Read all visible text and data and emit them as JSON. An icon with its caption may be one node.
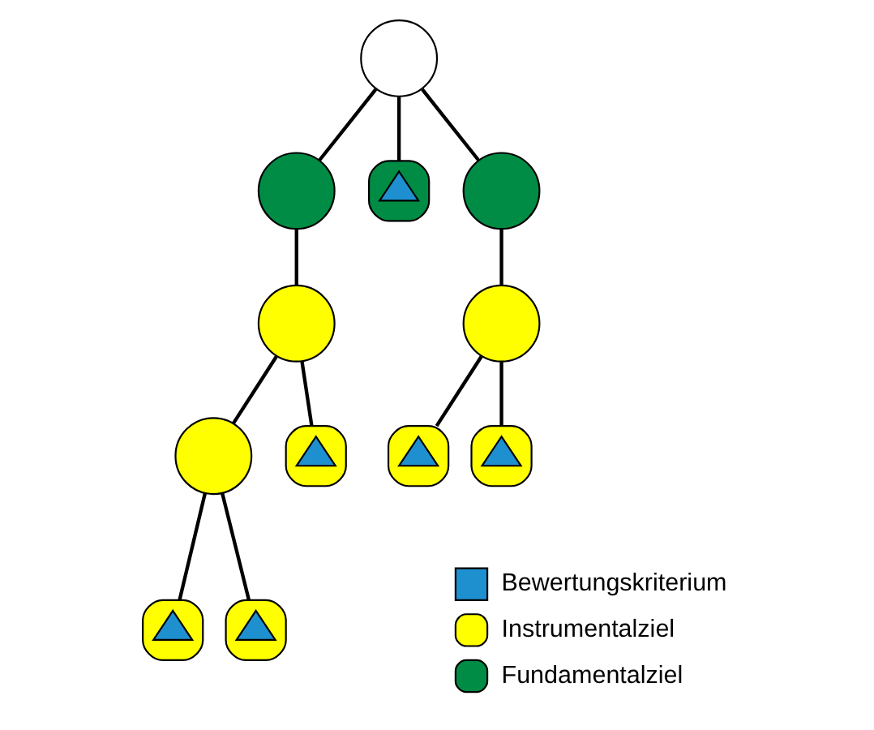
{
  "diagram": {
    "nodes": [
      {
        "text": [],
        "shape": "circle"
      },
      {
        "text": [],
        "shape": "circle"
      },
      {
        "text": [],
        "shape": "circle"
      },
      {
        "text": [],
        "shape": "triangle",
        "in": 2
      },
      {
        "text": [],
        "shape": "circle"
      },
      {
        "text": [],
        "shape": "circle"
      },
      {
        "text": [],
        "shape": "circle"
      },
      {
        "text": [],
        "shape": "circle"
      },
      {
        "text": [],
        "shape": "circle"
      },
      {
        "text": [],
        "shape": "triangle",
        "in": 8
      },
      {
        "text": [],
        "shape": "circle"
      },
      {
        "text": [],
        "shape": "triangle",
        "in": 10
      },
      {
        "text": [],
        "shape": "circle"
      },
      {
        "text": [],
        "shape": "triangle",
        "in": 12
      },
      {
        "text": [],
        "shape": "circle"
      },
      {
        "text": [],
        "shape": "triangle",
        "in": 14
      },
      {
        "text": [],
        "shape": "circle"
      },
      {
        "text": [],
        "shape": "triangle",
        "in": 16
      }
    ],
    "edges": [
      {
        "from": 0,
        "to": 1,
        "arrow": "none"
      },
      {
        "from": 0,
        "to": 2,
        "arrow": "none"
      },
      {
        "from": 0,
        "to": 4,
        "arrow": "none"
      },
      {
        "from": 1,
        "to": 5,
        "arrow": "none"
      },
      {
        "from": 4,
        "to": 6,
        "arrow": "none"
      },
      {
        "from": 5,
        "to": 7,
        "arrow": "none"
      },
      {
        "from": 5,
        "to": 8,
        "arrow": "none"
      },
      {
        "from": 6,
        "to": 10,
        "arrow": "none"
      },
      {
        "from": 6,
        "to": 12,
        "arrow": "none"
      },
      {
        "from": 7,
        "to": 14,
        "arrow": "none"
      },
      {
        "from": 7,
        "to": 16,
        "arrow": "none"
      }
    ],
    "legend": [
      {
        "text": "Bewertungskriterium",
        "color": "#1e90d0"
      },
      {
        "text": "Instrumentalziel",
        "color": "#ffff00"
      },
      {
        "text": "Fundamentalziel",
        "color": "#008c45"
      }
    ]
  }
}
